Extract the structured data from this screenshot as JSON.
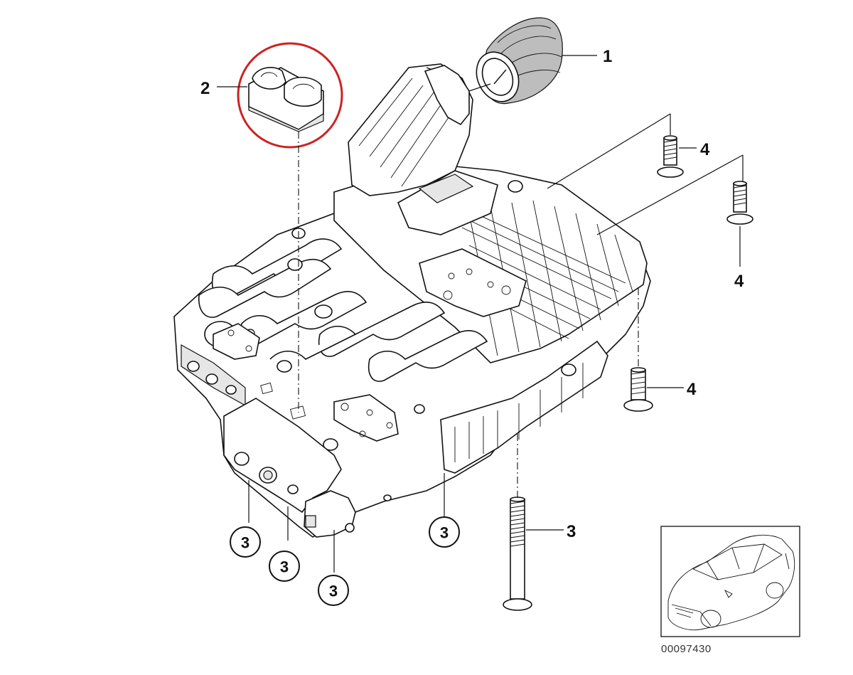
{
  "diagram": {
    "callouts": [
      {
        "id": "c1",
        "label": "1"
      },
      {
        "id": "c2",
        "label": "2"
      },
      {
        "id": "c3a",
        "label": "3"
      },
      {
        "id": "c3b",
        "label": "3"
      },
      {
        "id": "c3c",
        "label": "3"
      },
      {
        "id": "c3d",
        "label": "3"
      },
      {
        "id": "c3e",
        "label": "3"
      },
      {
        "id": "c4a",
        "label": "4"
      },
      {
        "id": "c4b",
        "label": "4"
      },
      {
        "id": "c4c",
        "label": "4"
      }
    ],
    "catalog_number": "00097430",
    "highlight_color": "#cc2222"
  }
}
